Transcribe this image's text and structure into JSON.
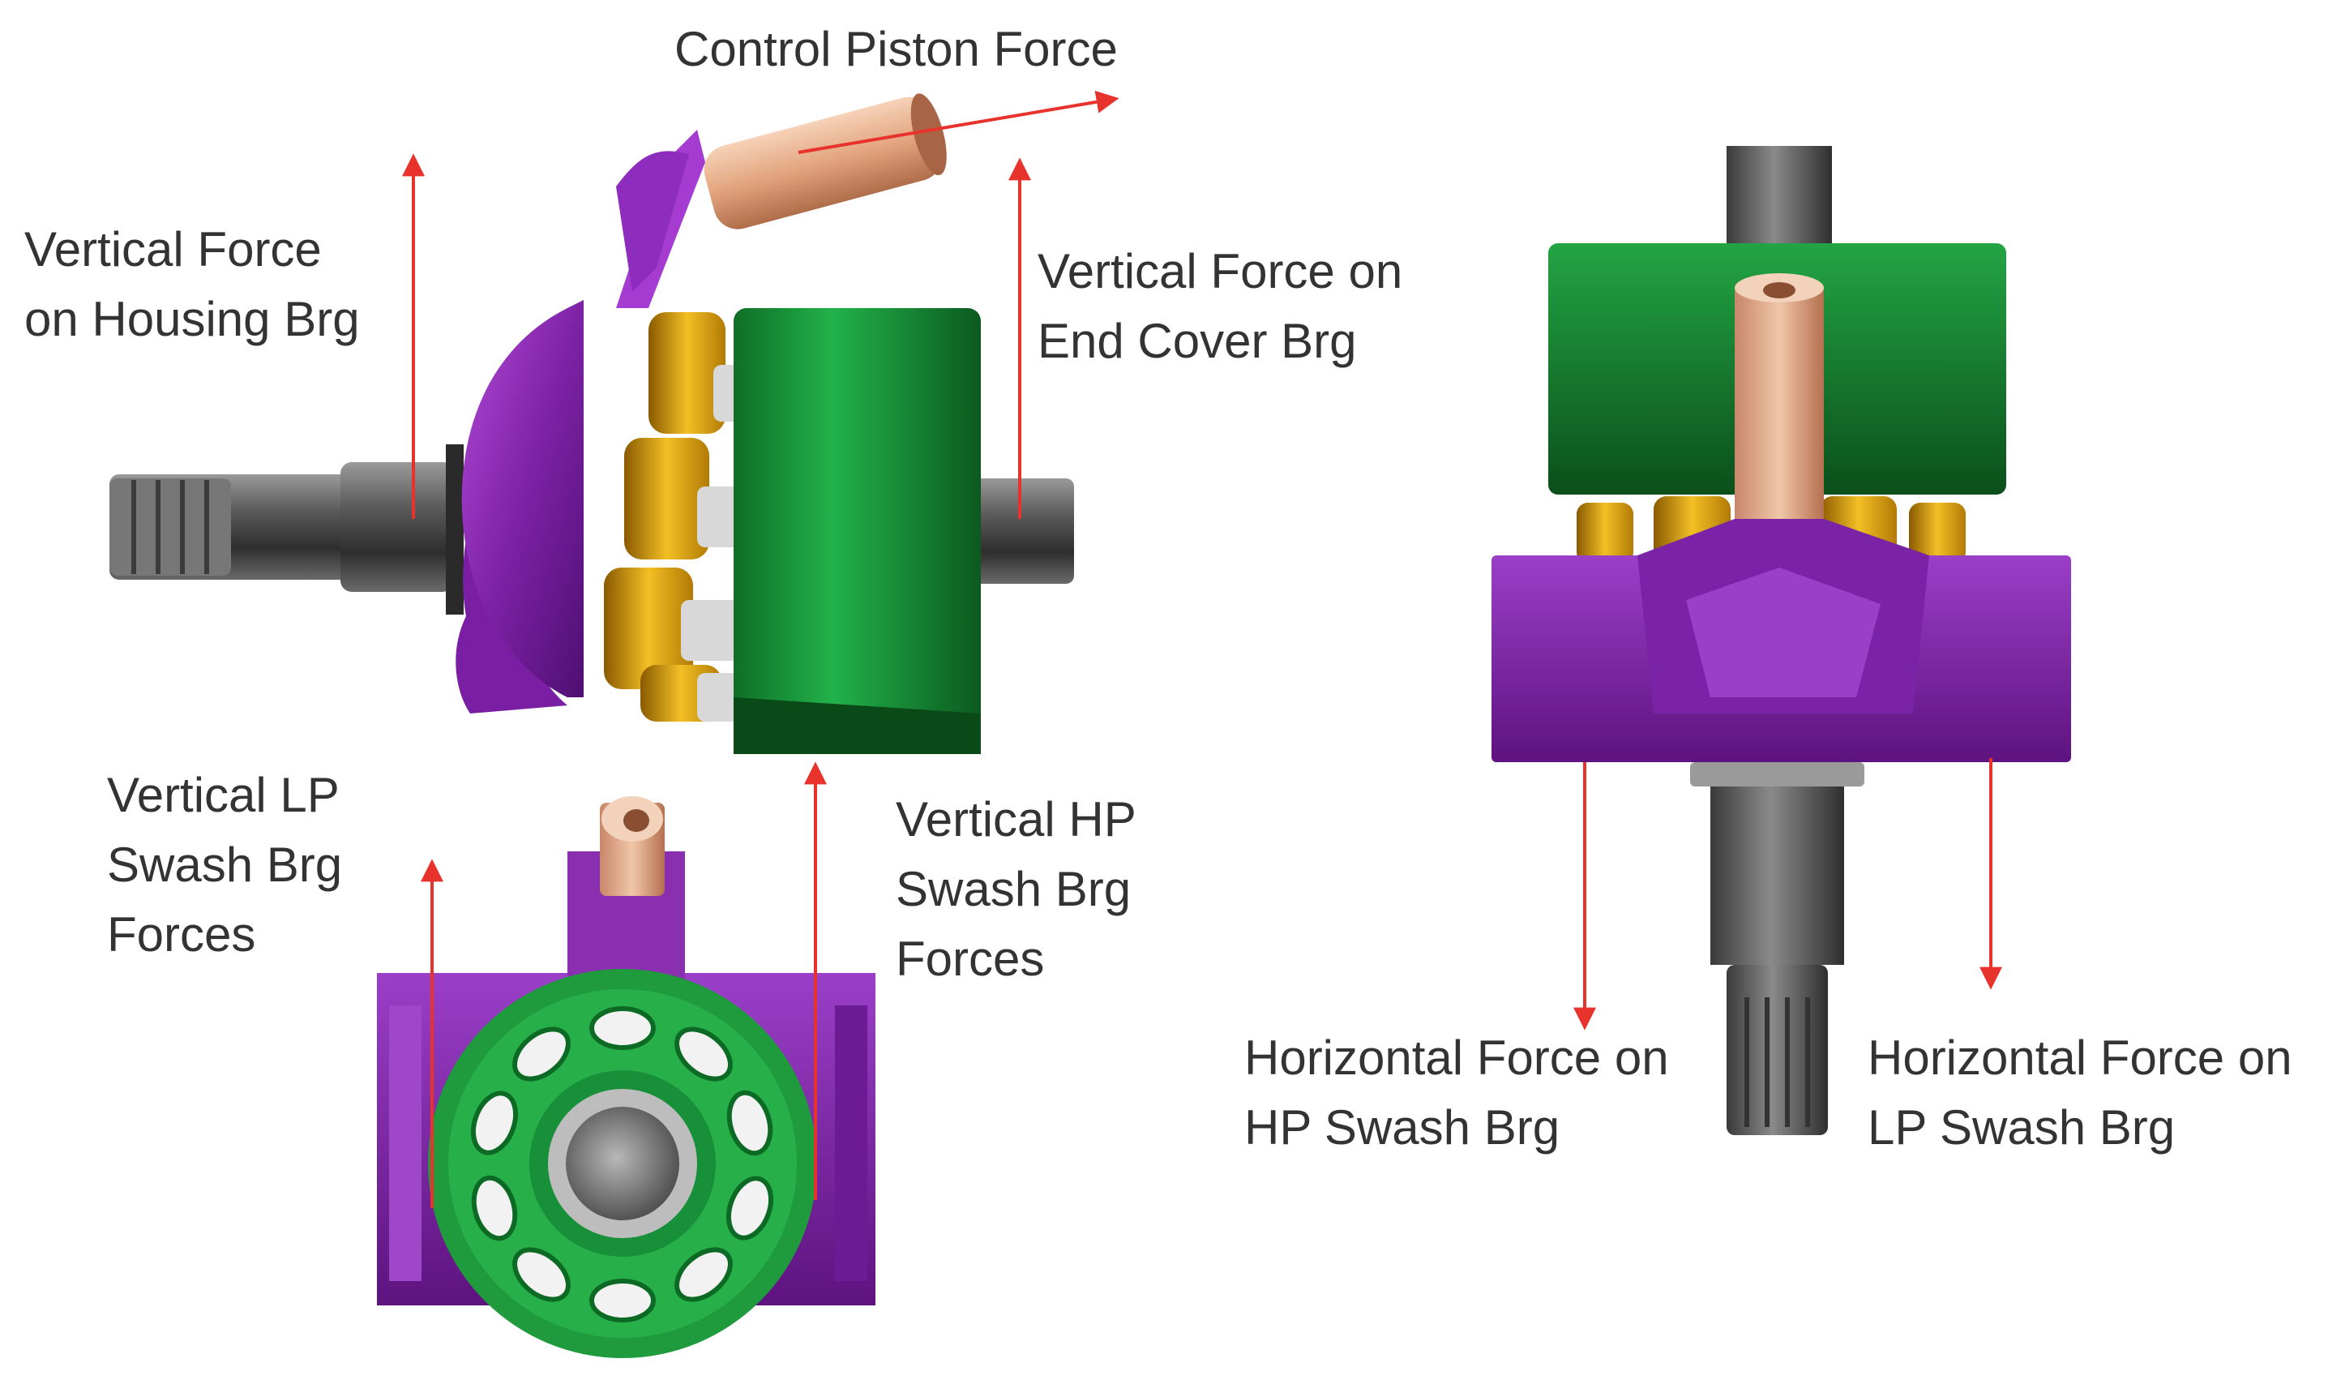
{
  "labels": {
    "control_piston": [
      "Control Piston Force"
    ],
    "housing_brg": [
      "Vertical Force",
      "on Housing Brg"
    ],
    "end_cover_brg": [
      "Vertical Force on",
      "End Cover Brg"
    ],
    "lp_swash_vertical": [
      "Vertical LP",
      "Swash Brg",
      "Forces"
    ],
    "hp_swash_vertical": [
      "Vertical HP",
      "Swash Brg",
      "Forces"
    ],
    "hp_swash_horizontal": [
      "Horizontal Force on",
      "HP Swash Brg"
    ],
    "lp_swash_horizontal": [
      "Horizontal Force on",
      "LP Swash Brg"
    ]
  },
  "colors": {
    "arrow": "#e8322c",
    "housing_purple": "#8a2fb0",
    "cylinder_green": "#17a33a",
    "piston_gold": "#d49a10",
    "shaft_gray": "#5c5c5c",
    "control_piston_copper": "#e7b08f",
    "text": "#333333"
  },
  "icons": [
    "shaft-icon",
    "swash-plate-icon",
    "cylinder-block-icon",
    "control-piston-icon",
    "force-arrow-icon"
  ]
}
